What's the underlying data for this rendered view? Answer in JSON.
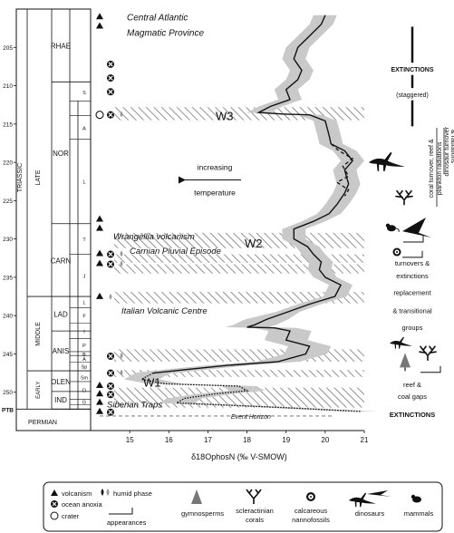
{
  "chart_data": {
    "type": "line",
    "xlabel": "δ18OphosN (‰ V-SMOW)",
    "xlim": [
      14,
      21
    ],
    "x_ticks": [
      15,
      16,
      17,
      18,
      19,
      20,
      21
    ],
    "ylim": [
      200,
      255
    ],
    "y_ticks": [
      205,
      210,
      215,
      220,
      225,
      230,
      235,
      240,
      245,
      250
    ],
    "ptb_label": "PTB",
    "series": [
      {
        "points": [
          [
            20.0,
            200.8
          ],
          [
            19.9,
            202.0
          ],
          [
            19.6,
            203.5
          ],
          [
            19.3,
            205.0
          ],
          [
            19.2,
            206.5
          ],
          [
            19.4,
            208.0
          ],
          [
            19.3,
            209.2
          ],
          [
            19.0,
            210.5
          ],
          [
            19.1,
            211.8
          ],
          [
            18.6,
            212.7
          ],
          [
            18.3,
            213.5
          ],
          [
            18.9,
            213.7
          ],
          [
            19.6,
            213.8
          ],
          [
            20.0,
            214.6
          ],
          [
            20.1,
            216.5
          ],
          [
            20.15,
            217.6
          ],
          [
            20.5,
            218.5
          ],
          [
            20.7,
            219.8
          ],
          [
            20.5,
            221.0
          ],
          [
            20.55,
            222.0
          ],
          [
            20.6,
            222.8
          ],
          [
            20.5,
            224.0
          ],
          [
            20.3,
            225.5
          ],
          [
            20.1,
            226.7
          ],
          [
            19.7,
            227.7
          ],
          [
            19.2,
            228.7
          ],
          [
            19.2,
            230.0
          ],
          [
            19.55,
            231.0
          ],
          [
            19.7,
            232.0
          ],
          [
            19.9,
            233.0
          ],
          [
            19.85,
            234.0
          ],
          [
            20.0,
            235.0
          ],
          [
            20.4,
            236.0
          ],
          [
            20.25,
            237.5
          ],
          [
            19.6,
            238.5
          ],
          [
            19.05,
            239.5
          ],
          [
            18.5,
            240.5
          ],
          [
            18.2,
            241.2
          ],
          [
            18.0,
            241.5
          ],
          [
            18.7,
            241.6
          ],
          [
            19.1,
            242.0
          ],
          [
            19.0,
            243.2
          ],
          [
            19.6,
            244.0
          ],
          [
            19.5,
            245.0
          ],
          [
            18.8,
            246.0
          ],
          [
            17.5,
            246.5
          ],
          [
            16.5,
            247.0
          ],
          [
            15.6,
            247.5
          ]
        ]
      },
      {
        "style": "dashed",
        "points": [
          [
            20.15,
            217.6
          ],
          [
            20.35,
            218.5
          ],
          [
            20.7,
            219.5
          ],
          [
            20.45,
            220.5
          ],
          [
            20.6,
            221.8
          ],
          [
            20.3,
            222.6
          ],
          [
            20.6,
            223.6
          ],
          [
            20.5,
            224.4
          ]
        ]
      },
      {
        "style": "dotted",
        "points": [
          [
            15.6,
            247.5
          ],
          [
            15.3,
            248.3
          ],
          [
            15.9,
            248.9
          ],
          [
            17.8,
            249.2
          ],
          [
            18.0,
            249.8
          ],
          [
            17.2,
            250.2
          ],
          [
            16.4,
            250.8
          ],
          [
            16.2,
            251.4
          ],
          [
            17.6,
            251.7
          ],
          [
            18.9,
            252.0
          ],
          [
            19.7,
            252.2
          ],
          [
            20.9,
            252.5
          ]
        ]
      }
    ],
    "events": [
      {
        "label": "Central Atlantic",
        "label2": "Magmatic Province",
        "age": 201.0
      },
      {
        "label": "Wrangellia volcanism",
        "age": 229.7
      },
      {
        "label": "Carnian Pluvial Episode",
        "age": 231.6
      },
      {
        "label": "Italian Volcanic Centre",
        "age": 239.4
      },
      {
        "label": "Siberian Traps",
        "age": 251.6
      },
      {
        "label": "Event Horizon",
        "age": 253.1
      }
    ],
    "warming_labels": [
      "W3",
      "W2",
      "W1"
    ],
    "annotations": {
      "increasing": "increasing",
      "temperature": "temperature",
      "extinctions_top": "EXTINCTIONS",
      "staggered": "(staggered)",
      "coral_turnover": "coral turnover, reef &",
      "plankton_radiations": "plankton radiations",
      "dinosaur_turnover": "dinosaur turnover",
      "dino_radiations": "& radiations",
      "turnovers": "turnovers &",
      "extinctions_low": "extinctions",
      "replacement": "replacement",
      "transitional": "& transitional",
      "groups": "groups",
      "reef": "reef &",
      "coal_gaps": "coal gaps",
      "extinctions_bottom": "EXTINCTIONS"
    }
  },
  "stratigraphy": {
    "periods": [
      {
        "label": "TRIASSIC"
      },
      {
        "label": "PERMIAN"
      }
    ],
    "epochs": [
      {
        "label": "LATE"
      },
      {
        "label": "MIDDLE"
      },
      {
        "label": "EARLY"
      }
    ],
    "stages": [
      {
        "label": "RHAE"
      },
      {
        "label": "NOR"
      },
      {
        "label": "CARN"
      },
      {
        "label": "LAD"
      },
      {
        "label": "ANIS"
      },
      {
        "label": "OLEN"
      },
      {
        "label": "IND"
      }
    ],
    "substages": [
      "S",
      "A",
      "L",
      "T",
      "J",
      "L",
      "F",
      "I",
      "P",
      "B",
      "A",
      "Sp",
      "Sm",
      "D",
      "G"
    ]
  },
  "legend": {
    "volcanism": "volcanism",
    "humid": "humid phase",
    "anoxia": "ocean anoxia",
    "crater": "crater",
    "appearances": "appearances",
    "gymnosperms": "gymnosperms",
    "corals1": "scleractinian",
    "corals2": "corals",
    "nanno1": "calcareous",
    "nanno2": "nannofossils",
    "dinosaurs": "dinosaurs",
    "mammals": "mammals"
  }
}
